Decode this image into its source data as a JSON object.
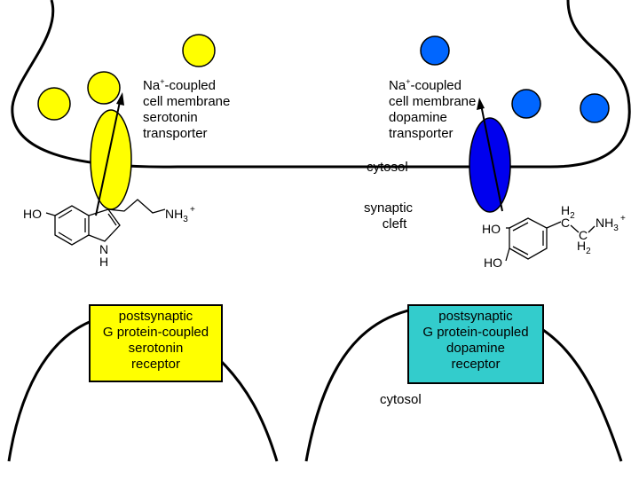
{
  "labels": {
    "sert_l1a": "Na",
    "sert_l1sup": "+",
    "sert_l1b": "-coupled",
    "sert_l2": "cell membrane",
    "sert_l3": "serotonin",
    "sert_l4": "transporter",
    "dat_l1a": "Na",
    "dat_l1sup": "+",
    "dat_l1b": "-coupled",
    "dat_l2": "cell membrane",
    "dat_l3": "dopamine",
    "dat_l4": "transporter",
    "cytosol_top": "cytosol",
    "cleft_l1": "synaptic",
    "cleft_l2": "cleft",
    "cytosol_bottom": "cytosol"
  },
  "receptors": {
    "serotonin": {
      "l1": "postsynaptic",
      "l2": "G protein-coupled",
      "l3": "serotonin",
      "l4": "receptor",
      "color": "#ffff00"
    },
    "dopamine": {
      "l1": "postsynaptic",
      "l2": "G protein-coupled",
      "l3": "dopamine",
      "l4": "receptor",
      "color": "#33cccc"
    }
  },
  "serotonin_molecule": {
    "ho": "HO",
    "nh3": "NH",
    "nh3_sub": "3",
    "charge": "+",
    "n": "N",
    "h": "H"
  },
  "dopamine_molecule": {
    "ho1": "HO",
    "ho2": "HO",
    "c1": "C",
    "h2a": "H",
    "h2a_sub": "2",
    "c2": "C",
    "h2b": "H",
    "h2b_sub": "2",
    "nh3": "NH",
    "nh3_sub": "3",
    "charge": "+"
  },
  "colors": {
    "serotonin": "#ffff00",
    "dopamine_vesicle": "#0066ff",
    "dopamine_transporter": "#0000ee",
    "line": "#000000"
  }
}
